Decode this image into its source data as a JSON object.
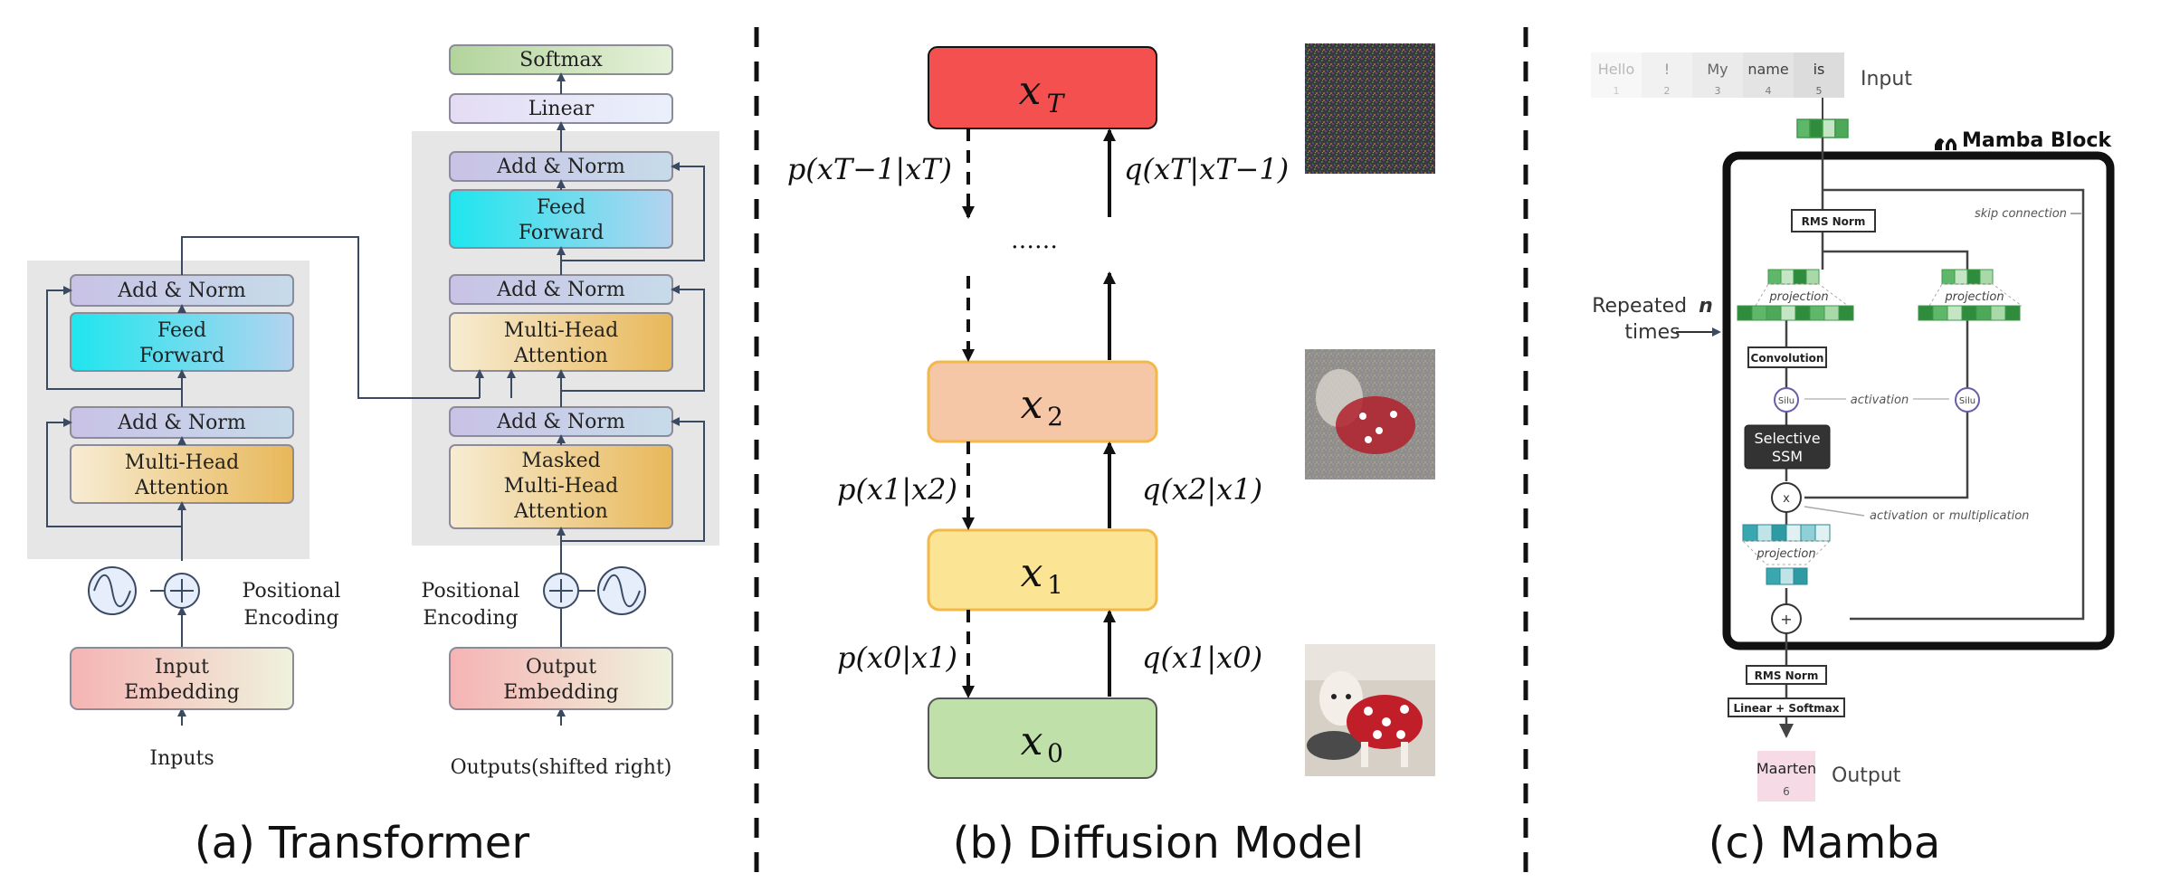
{
  "transformer": {
    "caption": "(a) Transformer",
    "encoder": {
      "add_norm_top": "Add & Norm",
      "ff_line1": "Feed",
      "ff_line2": "Forward",
      "add_norm_bottom": "Add & Norm",
      "mha_line1": "Multi-Head",
      "mha_line2": "Attention",
      "pe_line1": "Positional",
      "pe_line2": "Encoding",
      "emb_line1": "Input",
      "emb_line2": "Embedding",
      "inputs": "Inputs"
    },
    "decoder": {
      "softmax": "Softmax",
      "linear": "Linear",
      "add_norm_3": "Add & Norm",
      "ff_line1": "Feed",
      "ff_line2": "Forward",
      "add_norm_2": "Add & Norm",
      "mha_line1": "Multi-Head",
      "mha_line2": "Attention",
      "add_norm_1": "Add & Norm",
      "masked_line1": "Masked",
      "masked_line2": "Multi-Head",
      "masked_line3": "Attention",
      "pe_line1": "Positional",
      "pe_line2": "Encoding",
      "emb_line1": "Output",
      "emb_line2": "Embedding",
      "outputs": "Outputs(shifted right)"
    }
  },
  "diffusion": {
    "caption": "(b) Diffusion Model",
    "states": {
      "xT_var": "x",
      "xT_sub": "T",
      "x2_var": "x",
      "x2_sub": "2",
      "x1_var": "x",
      "x1_sub": "1",
      "x0_var": "x",
      "x0_sub": "0"
    },
    "ellipsis": "……",
    "labels": {
      "p_top": "p(xT−1|xT)",
      "q_top": "q(xT|xT−1)",
      "p_mid": "p(x1|x2)",
      "q_mid": "q(x2|x1)",
      "p_bot": "p(x0|x1)",
      "q_bot": "q(x1|x0)"
    }
  },
  "mamba": {
    "caption": "(c) Mamba",
    "tokens": [
      {
        "word": "Hello",
        "index": "1"
      },
      {
        "word": "!",
        "index": "2"
      },
      {
        "word": "My",
        "index": "3"
      },
      {
        "word": "name",
        "index": "4"
      },
      {
        "word": "is",
        "index": "5"
      }
    ],
    "input_label": "Input",
    "block_title": "Mamba Block",
    "rms_norm_top": "RMS Norm",
    "skip_connection": "skip connection",
    "repeated_prefix": "Repeated",
    "repeated_n": "n",
    "repeated_times": "times",
    "projection_left": "projection",
    "projection_right": "projection",
    "convolution": "Convolution",
    "silu_left": "Silu",
    "silu_right": "Silu",
    "activation": "activation",
    "ssm_line1": "Selective",
    "ssm_line2": "SSM",
    "mult_symbol": "x",
    "activation_or": "activation",
    "or_word": "or",
    "multiplication": "multiplication",
    "projection_bottom": "projection",
    "plus_symbol": "+",
    "rms_norm_bottom": "RMS Norm",
    "linear_softmax": "Linear + Softmax",
    "output_word": "Maarten",
    "output_index": "6",
    "output_label": "Output"
  }
}
